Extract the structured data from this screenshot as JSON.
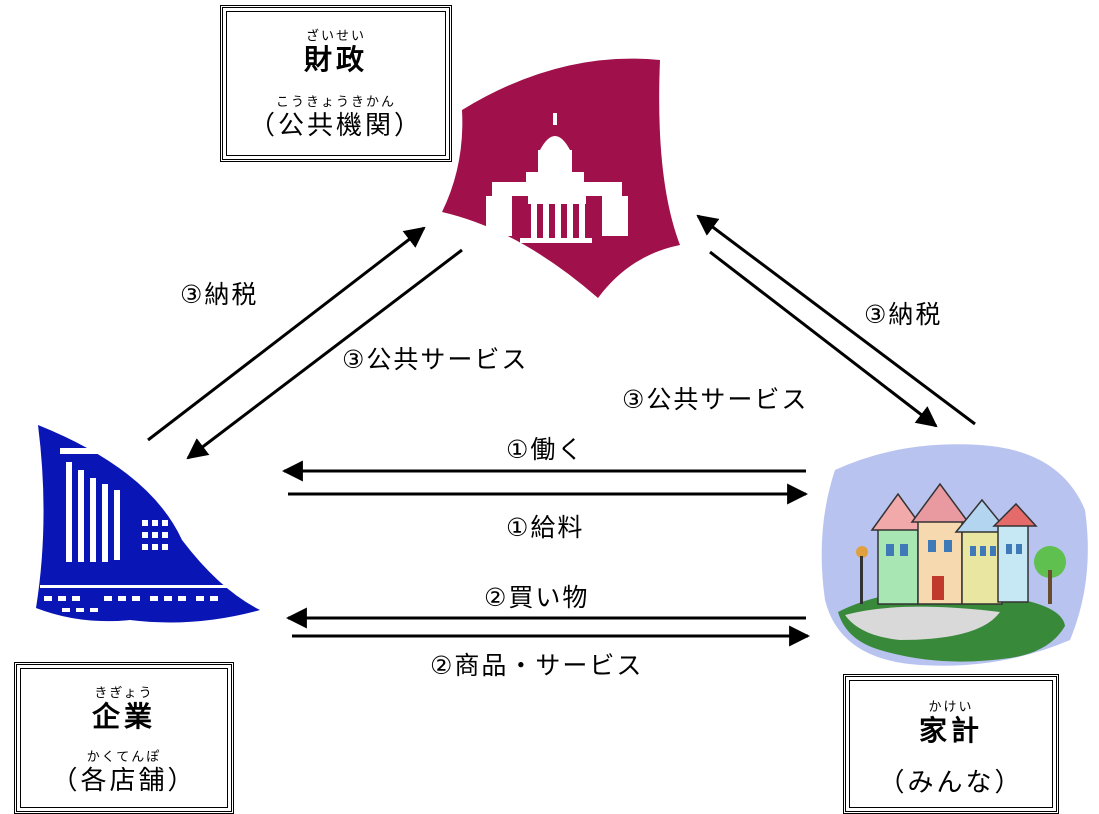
{
  "zaisei": {
    "ruby": "ざいせい",
    "title": "財政",
    "sub_ruby": "こうきょうきかん",
    "sub": "（公共機関）"
  },
  "kigyou": {
    "ruby": "きぎょう",
    "title": "企業",
    "sub_ruby": "かくてんぽ",
    "sub": "（各店舗）"
  },
  "kakei": {
    "ruby": "かけい",
    "title": "家計",
    "sub": "（みんな）"
  },
  "labels": {
    "left_tax": "③納税",
    "left_service": "③公共サービス",
    "right_tax": "③納税",
    "right_service": "③公共サービス",
    "work": "①働く",
    "salary": "①給料",
    "buy": "②買い物",
    "goods": "②商品・サービス"
  },
  "colors": {
    "government": "#a0104a",
    "company": "#0a15b5",
    "arrow": "#000000"
  }
}
